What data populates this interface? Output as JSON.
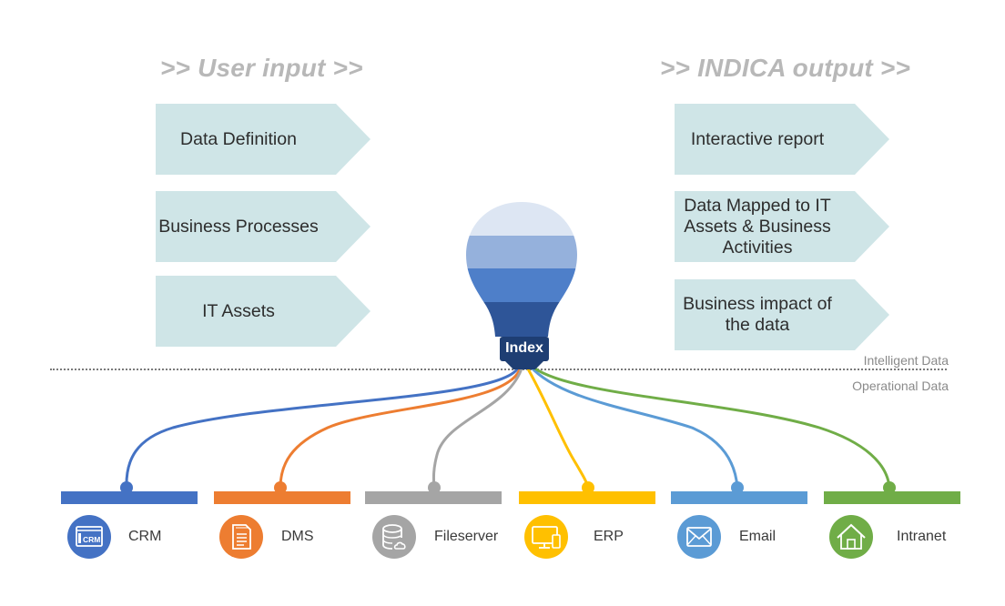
{
  "titles": {
    "left": ">> User input >>",
    "right": ">> INDICA output >>"
  },
  "inputs": [
    {
      "label": "Data Definition"
    },
    {
      "label": "Business Processes"
    },
    {
      "label": "IT Assets"
    }
  ],
  "outputs": [
    {
      "label": "Interactive report"
    },
    {
      "label": "Data Mapped to IT Assets & Business Activities"
    },
    {
      "label": "Business impact of the data"
    }
  ],
  "zones": {
    "upper": "Intelligent Data",
    "lower": "Operational Data"
  },
  "bulb": {
    "label": "Index",
    "colors": [
      "#dde6f3",
      "#95b1dc",
      "#4e7fc9",
      "#2e5598",
      "#1e3e73"
    ]
  },
  "chevron_color": "#cfe5e7",
  "sources": [
    {
      "name": "CRM",
      "icon": "crm-window-icon",
      "color": "#4472c4"
    },
    {
      "name": "DMS",
      "icon": "document-icon",
      "color": "#ed7d31"
    },
    {
      "name": "Fileserver",
      "icon": "database-cloud-icon",
      "color": "#a5a5a5"
    },
    {
      "name": "ERP",
      "icon": "desktop-computer-icon",
      "color": "#ffc000"
    },
    {
      "name": "Email",
      "icon": "envelope-icon",
      "color": "#5b9bd5"
    },
    {
      "name": "Intranet",
      "icon": "house-icon",
      "color": "#70ad47"
    }
  ]
}
